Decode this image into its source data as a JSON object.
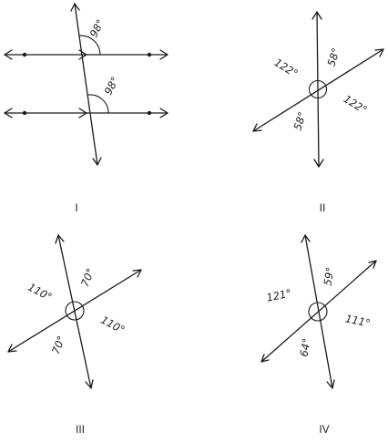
{
  "figures": [
    {
      "caption": "I",
      "angles": [
        "98°",
        "98°"
      ]
    },
    {
      "caption": "II",
      "angles": [
        "122°",
        "58°",
        "58°",
        "122°"
      ]
    },
    {
      "caption": "III",
      "angles": [
        "110°",
        "70°",
        "70°",
        "110°"
      ]
    },
    {
      "caption": "IV",
      "angles": [
        "121°",
        "59°",
        "64°",
        "111°"
      ]
    }
  ]
}
